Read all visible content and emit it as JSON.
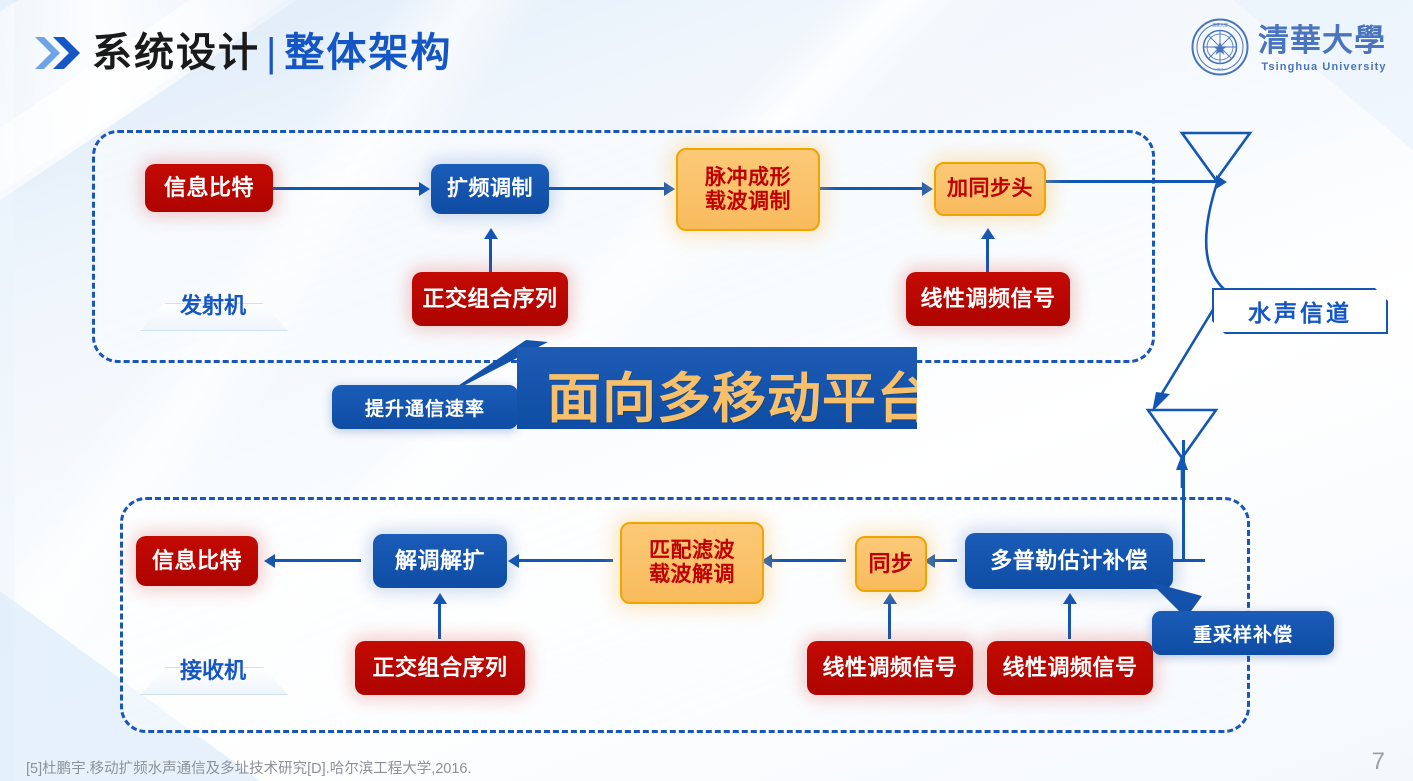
{
  "header": {
    "title_main": "系统设计",
    "title_sep": "|",
    "title_sub": "整体架构",
    "arrow_icon": "double-chevron-right-icon"
  },
  "logo": {
    "seal_icon": "tsinghua-seal-icon",
    "wordmark_cn": "清華大學",
    "wordmark_en": "Tsinghua University"
  },
  "transmitter": {
    "section_label": "发射机",
    "nodes": [
      {
        "id": "info-bits-tx",
        "label": "信息比特",
        "color": "red"
      },
      {
        "id": "spread-modulation",
        "label": "扩频调制",
        "color": "blue"
      },
      {
        "id": "pulse-shaping",
        "line1": "脉冲成形",
        "line2": "载波调制",
        "color": "orange"
      },
      {
        "id": "add-sync-header",
        "label": "加同步头",
        "color": "orange"
      },
      {
        "id": "ortho-seq-tx",
        "label": "正交组合序列",
        "color": "red"
      },
      {
        "id": "lfm-signal-tx",
        "label": "线性调频信号",
        "color": "red"
      }
    ]
  },
  "receiver": {
    "section_label": "接收机",
    "nodes": [
      {
        "id": "info-bits-rx",
        "label": "信息比特",
        "color": "red"
      },
      {
        "id": "demod-despread",
        "label": "解调解扩",
        "color": "blue"
      },
      {
        "id": "matched-filter",
        "line1": "匹配滤波",
        "line2": "载波解调",
        "color": "orange"
      },
      {
        "id": "sync",
        "label": "同步",
        "color": "orange"
      },
      {
        "id": "doppler-compensation",
        "label": "多普勒估计补偿",
        "color": "blue"
      },
      {
        "id": "ortho-seq-rx",
        "label": "正交组合序列",
        "color": "red"
      },
      {
        "id": "lfm-signal-rx1",
        "label": "线性调频信号",
        "color": "red"
      },
      {
        "id": "lfm-signal-rx2",
        "label": "线性调频信号",
        "color": "red"
      }
    ]
  },
  "channel": {
    "label": "水声信道",
    "tx_transducer_icon": "transducer-triangle-icon",
    "rx_transducer_icon": "transducer-triangle-icon"
  },
  "callouts": [
    {
      "id": "rate-callout",
      "label": "提升通信速率"
    },
    {
      "id": "resample-callout",
      "label": "重采样补偿"
    }
  ],
  "banner": {
    "text": "面向多移动平台"
  },
  "footer": {
    "citation": "[5]杜鹏宇.移动扩频水声通信及多址技术研究[D].哈尔滨工程大学,2016.",
    "page_number": "7"
  },
  "colors": {
    "red": "#BE0800",
    "blue": "#1356B0",
    "orange_fill": "#FAC36F",
    "orange_border": "#F0A400",
    "accent_blue": "#1456C4",
    "banner_text": "#F8C06A"
  }
}
